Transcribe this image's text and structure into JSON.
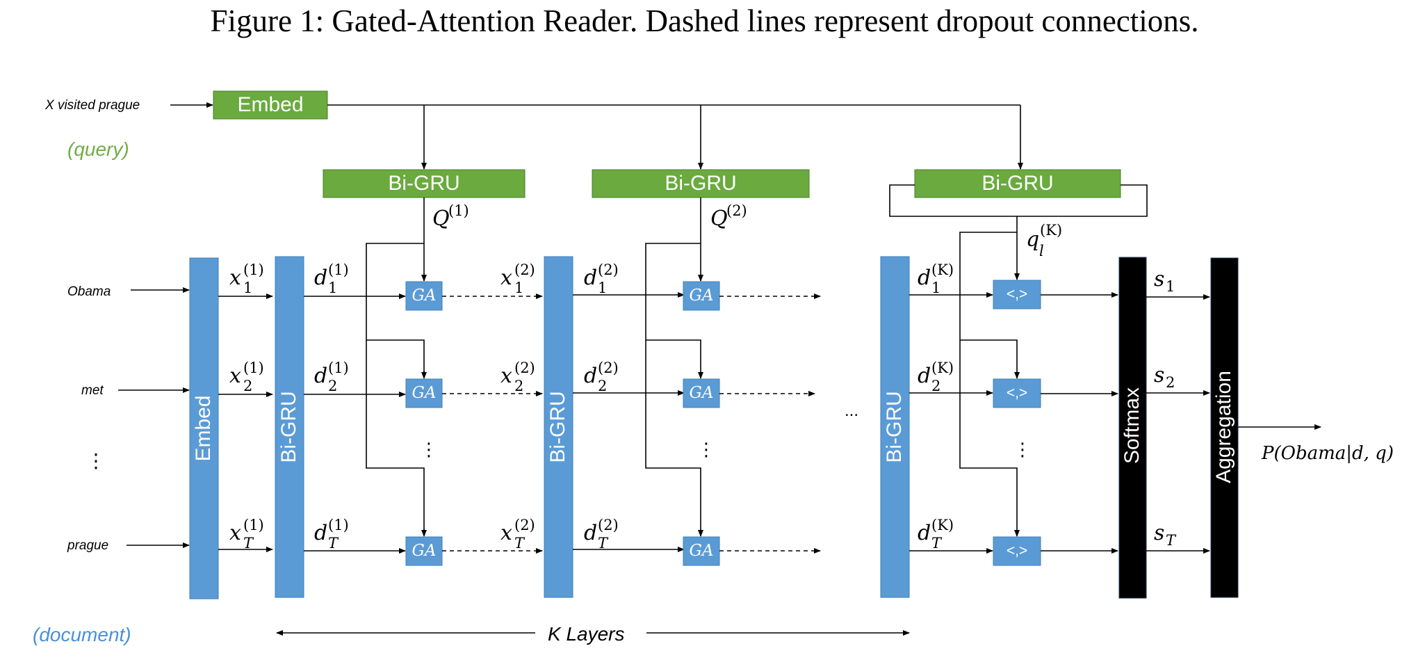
{
  "caption": "Figure 1: Gated-Attention Reader. Dashed lines represent dropout connections.",
  "colors": {
    "green": "#6aaa3f",
    "blue": "#5b9bd5",
    "black": "#000000",
    "query_text": "#70ad47",
    "document_text": "#4a90d9"
  },
  "query": {
    "input_text": "X visited prague",
    "tag": "(query)",
    "embed_label": "Embed"
  },
  "document": {
    "tag": "(document)",
    "tokens": [
      "Obama",
      "met",
      "⋮",
      "prague"
    ],
    "embed_label": "Embed"
  },
  "layers": {
    "bigru_label": "Bi-GRU",
    "ga_label": "GA",
    "inner_product_label": "<,>",
    "q_labels": [
      "Q",
      "Q",
      "q"
    ],
    "q_sup": [
      "(1)",
      "(2)",
      "(K)"
    ],
    "q_sub_last": "l",
    "x_base": "x",
    "d_base": "d",
    "sup": [
      "(1)",
      "(2)",
      "(K)"
    ],
    "subs": [
      "1",
      "2",
      "T"
    ],
    "vdots": "⋮",
    "ellipsis": "...",
    "k_layers_label": "K Layers"
  },
  "output": {
    "softmax_label": "Softmax",
    "aggregation_label": "Aggregation",
    "s_base": "s",
    "s_subs": [
      "1",
      "2",
      "T"
    ],
    "prob_label": "P(Obama|d, q)"
  }
}
